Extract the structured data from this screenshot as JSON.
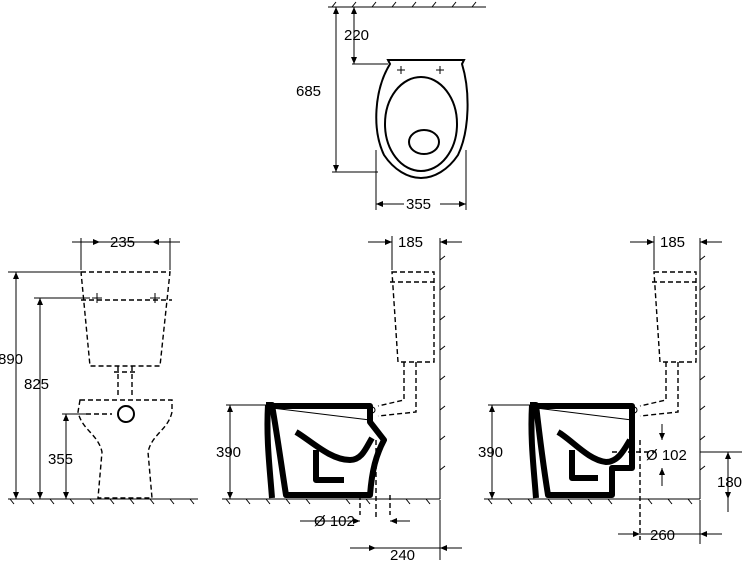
{
  "dimensions": {
    "top_view": {
      "setback": "220",
      "depth": "685",
      "width": "355"
    },
    "front_view": {
      "cistern_width": "235",
      "total_height": "890",
      "mount_height": "825",
      "pan_inlet_height": "355"
    },
    "side_view_floor_outlet": {
      "wall_gap": "185",
      "rim_height": "390",
      "outlet_diameter": "Ø 102",
      "outlet_offset": "240"
    },
    "side_view_wall_outlet": {
      "wall_gap": "185",
      "rim_height": "390",
      "outlet_diameter": "Ø 102",
      "outlet_height": "180",
      "outlet_offset": "260"
    }
  }
}
